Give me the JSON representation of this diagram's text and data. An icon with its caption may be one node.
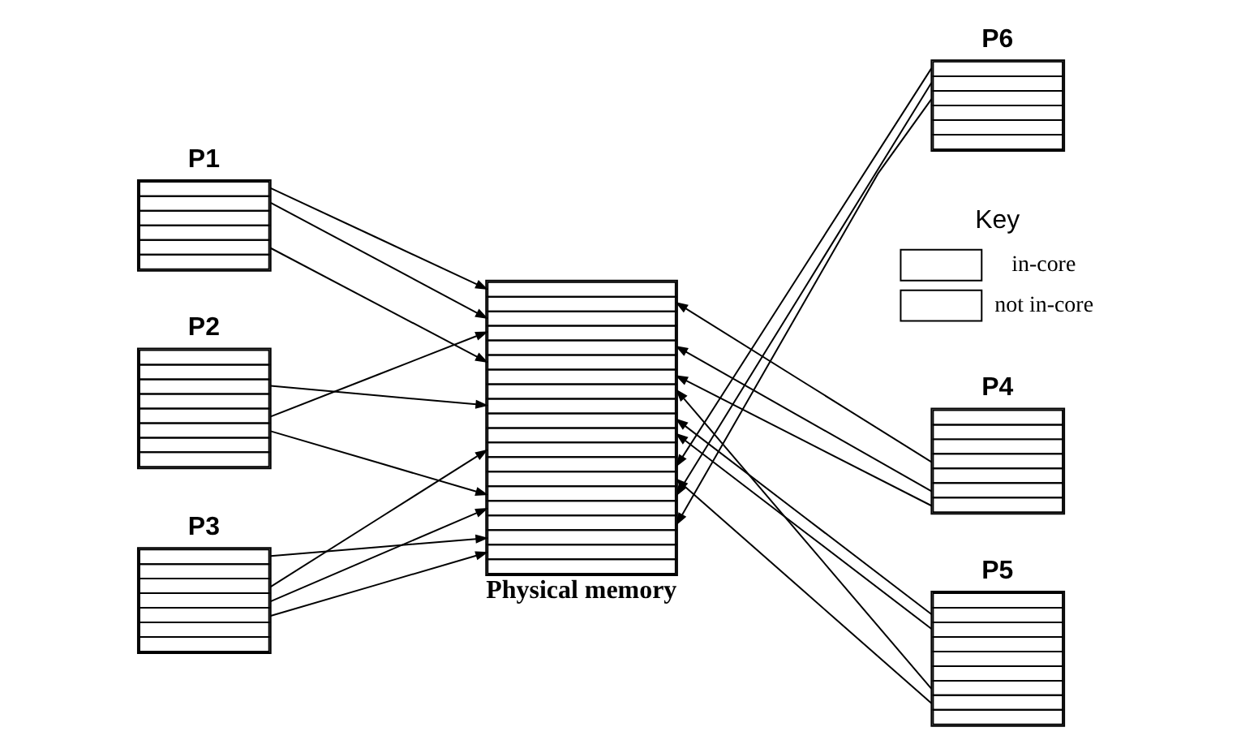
{
  "diagram": {
    "nodes": [
      {
        "text": [
          "P1"
        ]
      },
      {
        "text": [
          "P2"
        ]
      },
      {
        "text": [
          "P3"
        ]
      },
      {
        "text": [
          "P4"
        ]
      },
      {
        "text": [
          "P5"
        ]
      },
      {
        "text": [
          "P6"
        ]
      },
      {
        "text": [
          "Physical memory"
        ]
      }
    ],
    "edges": [
      {
        "from": 0,
        "to": 6,
        "arrow": "to"
      },
      {
        "from": 0,
        "to": 6,
        "arrow": "to"
      },
      {
        "from": 0,
        "to": 6,
        "arrow": "to"
      },
      {
        "from": 1,
        "to": 6,
        "arrow": "to"
      },
      {
        "from": 1,
        "to": 6,
        "arrow": "to"
      },
      {
        "from": 1,
        "to": 6,
        "arrow": "to"
      },
      {
        "from": 2,
        "to": 6,
        "arrow": "to"
      },
      {
        "from": 2,
        "to": 6,
        "arrow": "to"
      },
      {
        "from": 2,
        "to": 6,
        "arrow": "to"
      },
      {
        "from": 2,
        "to": 6,
        "arrow": "to"
      },
      {
        "from": 3,
        "to": 6,
        "arrow": "to"
      },
      {
        "from": 3,
        "to": 6,
        "arrow": "to"
      },
      {
        "from": 3,
        "to": 6,
        "arrow": "to"
      },
      {
        "from": 4,
        "to": 6,
        "arrow": "to"
      },
      {
        "from": 4,
        "to": 6,
        "arrow": "to"
      },
      {
        "from": 4,
        "to": 6,
        "arrow": "to"
      },
      {
        "from": 4,
        "to": 6,
        "arrow": "to"
      },
      {
        "from": 5,
        "to": 6,
        "arrow": "to"
      },
      {
        "from": 5,
        "to": 6,
        "arrow": "to"
      },
      {
        "from": 5,
        "to": 6,
        "arrow": "to"
      }
    ],
    "labels": [
      "Key"
    ],
    "legend": [
      {
        "text": "in-core"
      },
      {
        "text": "not in-core"
      }
    ]
  }
}
